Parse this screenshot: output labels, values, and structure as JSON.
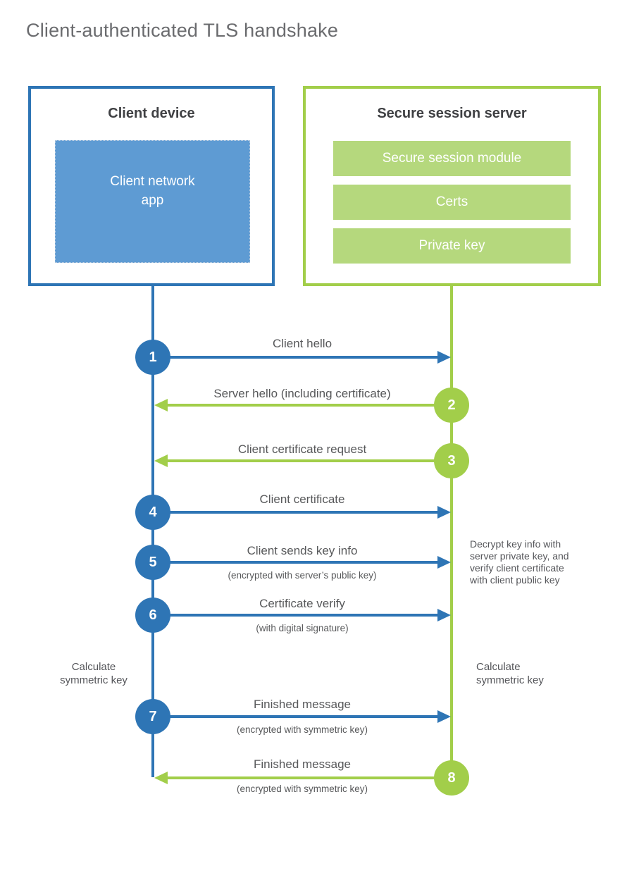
{
  "title": "Client-authenticated TLS handshake",
  "colors": {
    "blue_accent": "#2e75b5",
    "blue_fill": "#5e9bd3",
    "green_accent": "#a2ce4a",
    "green_fill": "#b5d87d"
  },
  "client_box": {
    "title": "Client device",
    "app_label": "Client network\napp"
  },
  "server_box": {
    "title": "Secure session server",
    "modules": [
      "Secure session module",
      "Certs",
      "Private key"
    ]
  },
  "steps": [
    {
      "num": "1",
      "label": "Client hello",
      "direction": "client-to-server"
    },
    {
      "num": "2",
      "label": "Server hello (including certificate)",
      "direction": "server-to-client"
    },
    {
      "num": "3",
      "label": "Client certificate request",
      "direction": "server-to-client"
    },
    {
      "num": "4",
      "label": "Client certificate",
      "direction": "client-to-server"
    },
    {
      "num": "5",
      "label": "Client sends key info",
      "sub": "(encrypted with server’s public key)",
      "direction": "client-to-server"
    },
    {
      "num": "6",
      "label": "Certificate verify",
      "sub": "(with digital signature)",
      "direction": "client-to-server"
    },
    {
      "num": "7",
      "label": "Finished message",
      "sub": "(encrypted with symmetric key)",
      "direction": "client-to-server"
    },
    {
      "num": "8",
      "label": "Finished message",
      "sub": "(encrypted with symmetric key)",
      "direction": "server-to-client"
    }
  ],
  "notes": {
    "decrypt_note": "Decrypt key info with\nserver private key, and\nverify client certificate\nwith client public key",
    "calc_left": "Calculate\nsymmetric key",
    "calc_right": "Calculate\nsymmetric key"
  }
}
